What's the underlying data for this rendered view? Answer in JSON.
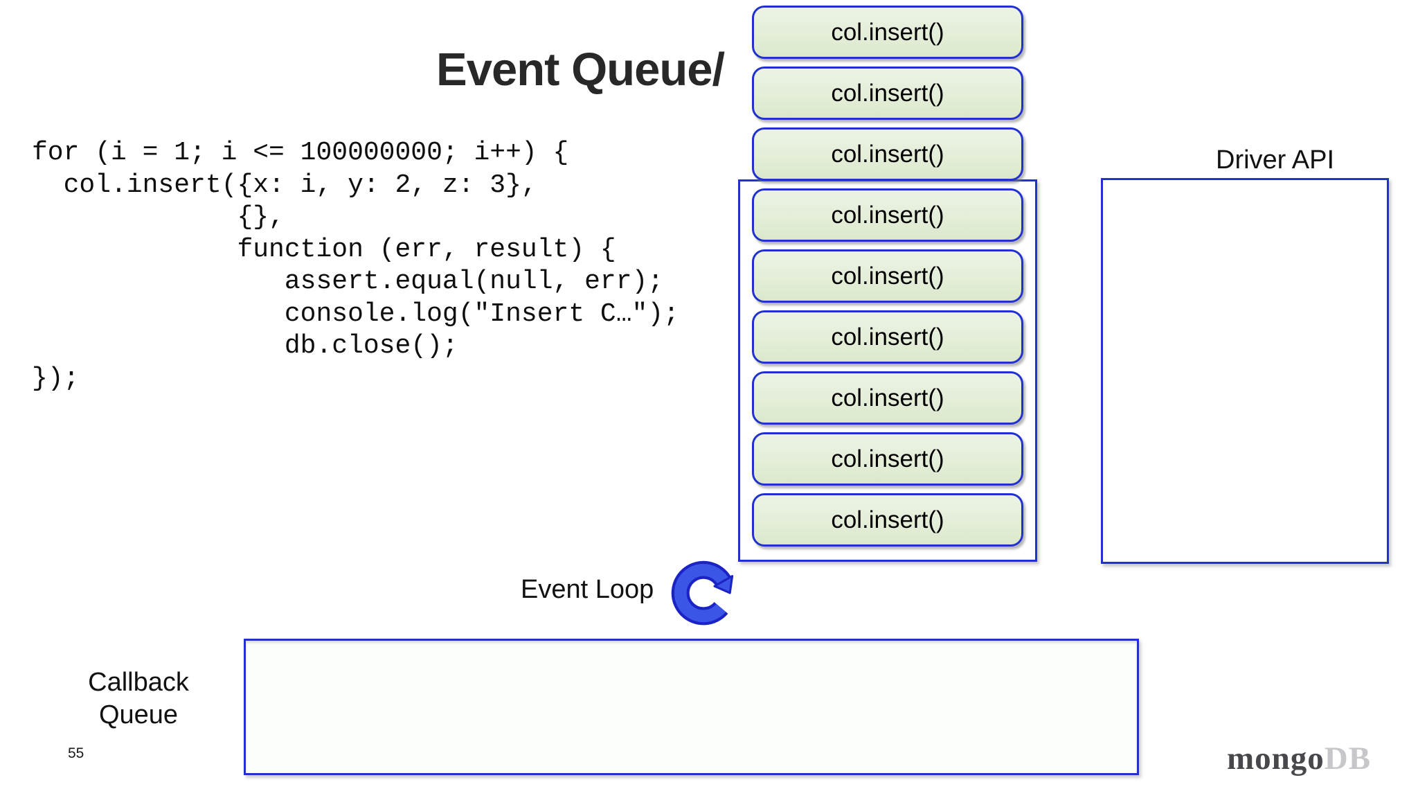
{
  "slide": {
    "title": "Event Queue/",
    "page_number": "55"
  },
  "code": {
    "lines": [
      "for (i = 1; i <= 100000000; i++) {",
      "  col.insert({x: i, y: 2, z: 3},",
      "             {},",
      "             function (err, result) {",
      "                assert.equal(null, err);",
      "                console.log(\"Insert C…\");",
      "                db.close();",
      "});"
    ]
  },
  "event_queue": {
    "items": [
      "col.insert()",
      "col.insert()",
      "col.insert()",
      "col.insert()",
      "col.insert()",
      "col.insert()",
      "col.insert()",
      "col.insert()",
      "col.insert()"
    ]
  },
  "driver_api": {
    "label": "Driver API"
  },
  "event_loop": {
    "label": "Event Loop",
    "icon": "circular-arrow-icon"
  },
  "callback_queue": {
    "label_line1": "Callback",
    "label_line2": "Queue"
  },
  "logo": {
    "prefix": "mongo",
    "suffix": "DB"
  },
  "colors": {
    "accent_blue": "#2231cc",
    "queue_box_fill": "#e3edd7",
    "icon_fill_blue": "#3b55e6",
    "icon_outline_blue": "#1b23c4",
    "callback_box_fill": "#fcfefa",
    "logo_dark": "#48484c",
    "logo_light": "#c7c7cb",
    "title_color": "#282828"
  }
}
